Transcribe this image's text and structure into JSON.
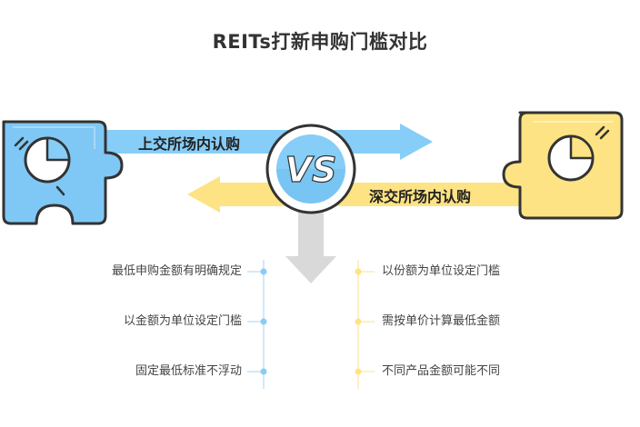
{
  "title": "REITs打新申购门槛对比",
  "colors": {
    "blue": "#86cdf7",
    "blue_dark": "#4aaae8",
    "yellow": "#fde383",
    "yellow_dark": "#f5cf4a",
    "gray": "#d9d9d9",
    "outline": "#333333"
  },
  "left": {
    "label": "上交所场内认购",
    "icon": "pie-chart-icon",
    "points": [
      "最低申购金额有明确规定",
      "以金额为单位设定门槛",
      "固定最低标准不浮动"
    ]
  },
  "right": {
    "label": "深交所场内认购",
    "icon": "pie-chart-icon",
    "points": [
      "以份额为单位设定门槛",
      "需按单价计算最低金额",
      "不同产品金额可能不同"
    ]
  },
  "center": {
    "label": "VS",
    "icon": "vs-icon"
  }
}
